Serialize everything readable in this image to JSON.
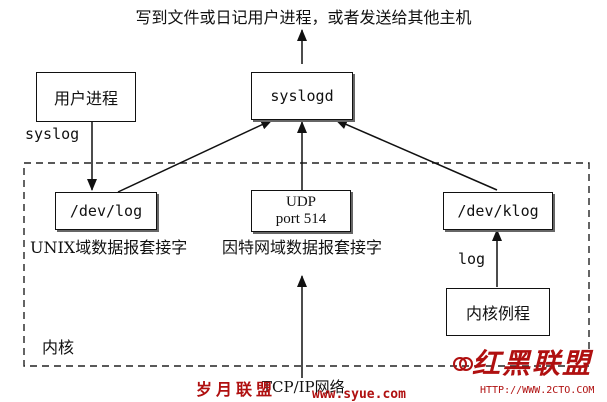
{
  "caption": "写到文件或日记用户进程，或者发送给其他主机",
  "boxes": {
    "user_process": "用户进程",
    "syslogd": "syslogd",
    "dev_log": "/dev/log",
    "udp_line1": "UDP",
    "udp_line2": "port 514",
    "dev_klog": "/dev/klog",
    "kernel_routine": "内核例程"
  },
  "labels": {
    "syslog": "syslog",
    "log": "log",
    "unix_socket": "UNIX域数据报套接字",
    "inet_socket": "因特网域数据报套接字",
    "kernel": "内核",
    "tcpip": "TCP/IP网络"
  },
  "watermarks": {
    "left_cn": "岁月联盟",
    "left_url": "www.syue.com",
    "right_cn": "红黑联盟",
    "right_url": "HTTP://WWW.2CTO.COM"
  },
  "colors": {
    "ink": "#111111",
    "watermark": "#b01010"
  }
}
